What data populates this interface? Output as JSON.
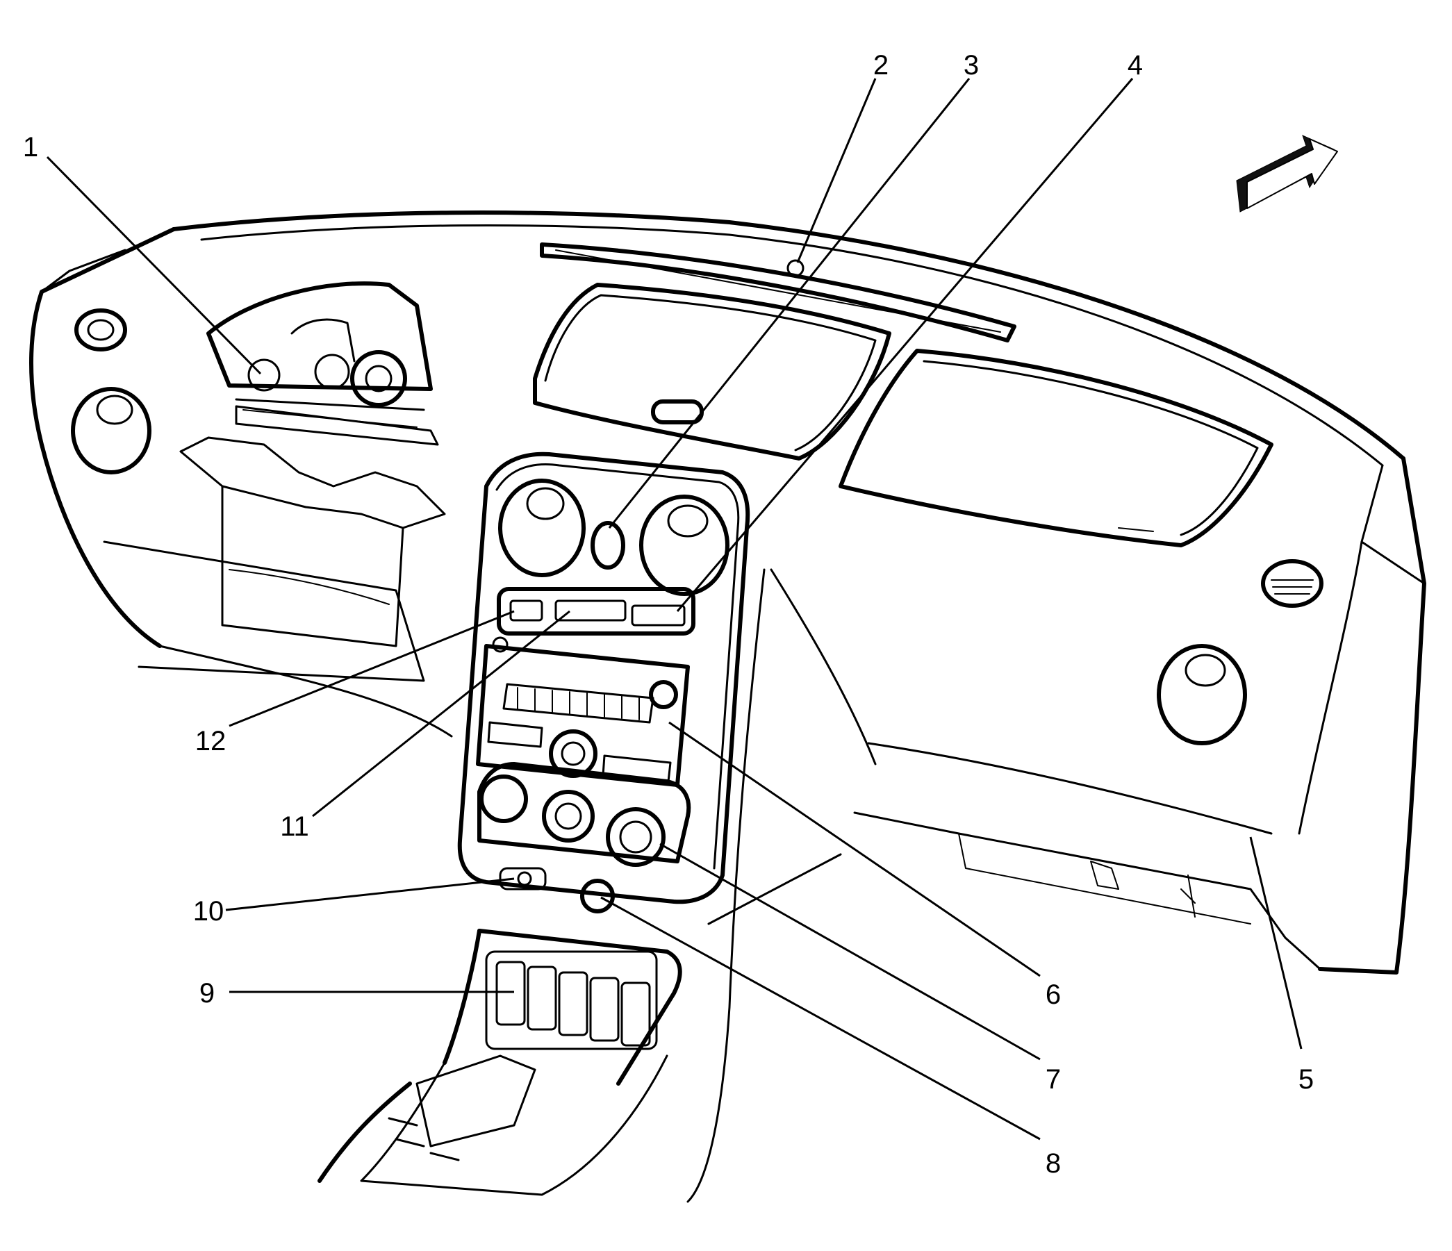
{
  "diagram": {
    "callouts": [
      {
        "id": "1",
        "label": "1"
      },
      {
        "id": "2",
        "label": "2"
      },
      {
        "id": "3",
        "label": "3"
      },
      {
        "id": "4",
        "label": "4"
      },
      {
        "id": "5",
        "label": "5"
      },
      {
        "id": "6",
        "label": "6"
      },
      {
        "id": "7",
        "label": "7"
      },
      {
        "id": "8",
        "label": "8"
      },
      {
        "id": "9",
        "label": "9"
      },
      {
        "id": "10",
        "label": "10"
      },
      {
        "id": "11",
        "label": "11"
      },
      {
        "id": "12",
        "label": "12"
      }
    ],
    "colors": {
      "line": "#000000",
      "background": "#ffffff"
    },
    "icons": [
      "direction-arrow-icon"
    ]
  }
}
